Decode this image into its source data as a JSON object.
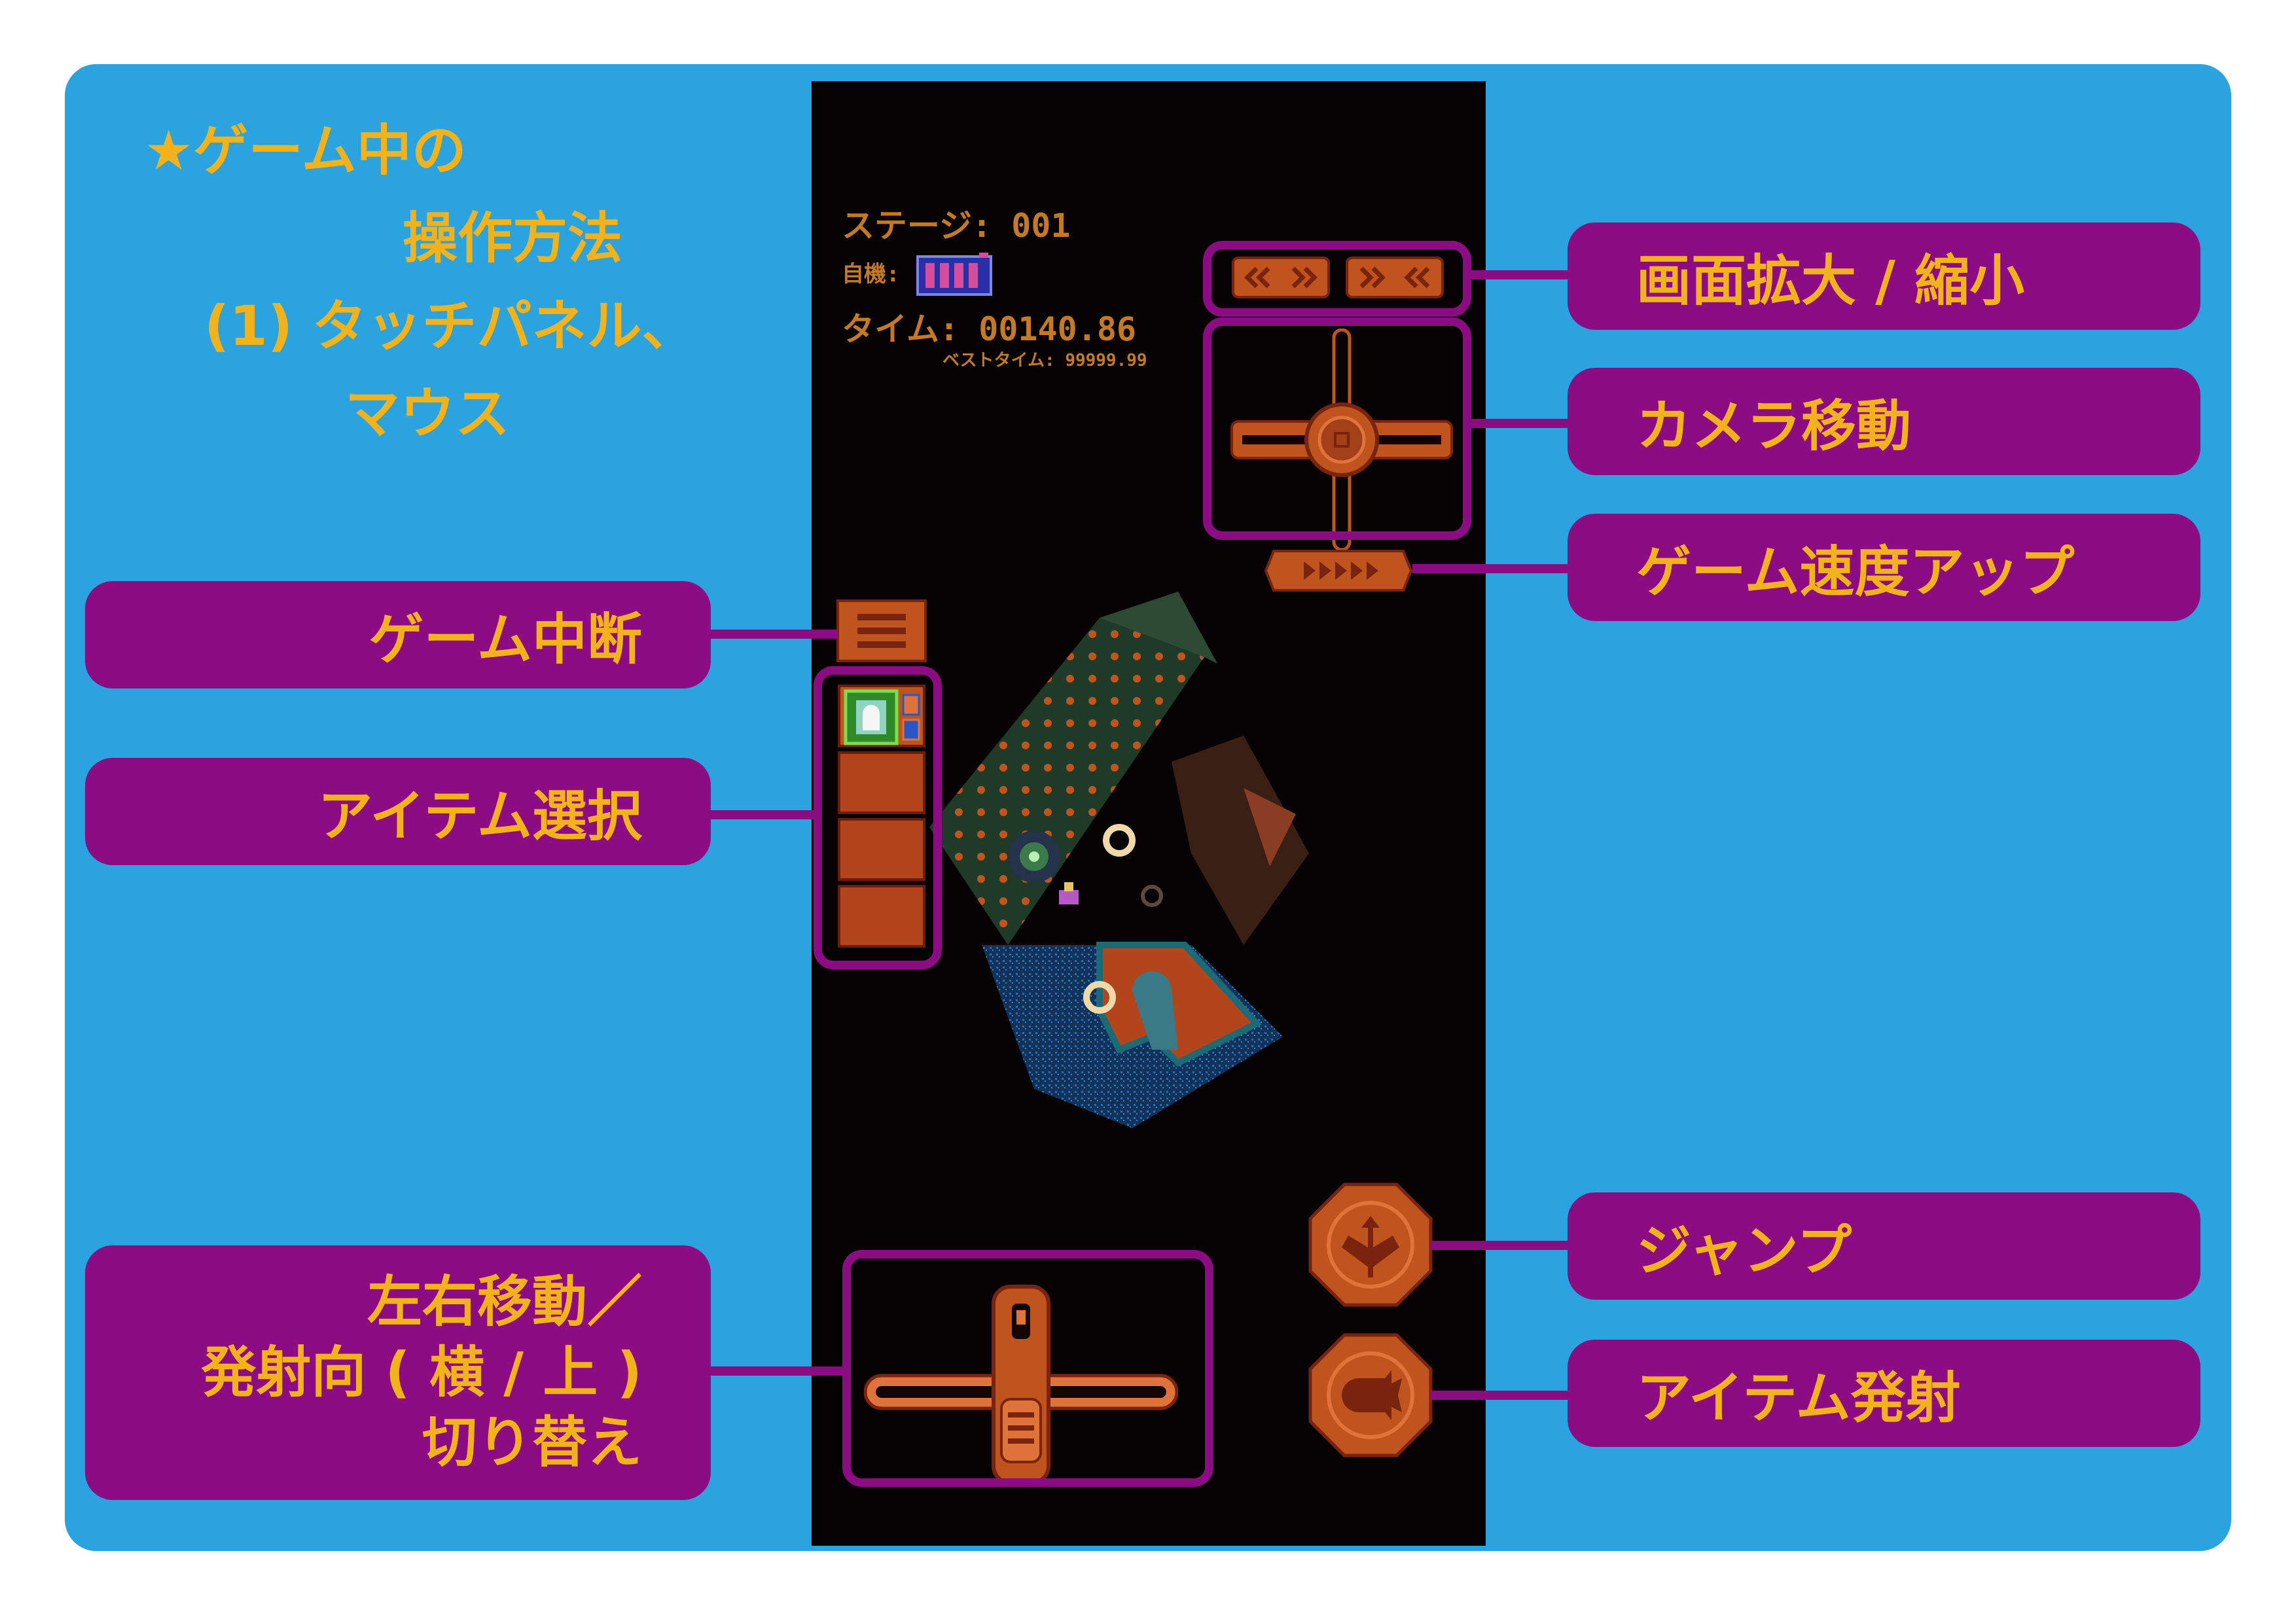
{
  "heading": {
    "line1": "★ゲーム中の",
    "line2": "操作方法",
    "line3": "(1) タッチパネル、",
    "line4": "マウス"
  },
  "hud": {
    "stage_label": "ステージ:",
    "stage_value": "001",
    "lives_label": "自機:",
    "time_label": "タイム:",
    "time_value": "00140.86",
    "best_label": "ベストタイム:",
    "best_value": "99999.99"
  },
  "labels": {
    "zoom": "画面拡大 / 縮小",
    "camera": "カメラ移動",
    "speed": "ゲーム速度アップ",
    "pause": "ゲーム中断",
    "item_select": "アイテム選択",
    "move_line1": "左右移動／",
    "move_line2": "発射向 ( 横 / 上 )",
    "move_line3": "切り替え",
    "jump": "ジャンプ",
    "fire": "アイテム発射"
  },
  "colors": {
    "card_bg": "#2aa3df",
    "label_bg": "#8c0c84",
    "label_text": "#f2b21c",
    "game_bg": "#070304",
    "hud_text": "#c47a22",
    "ui_orange": "#c0541f"
  },
  "icons": {
    "zoom_out": "double-chevron-in-icon",
    "zoom_in": "double-chevron-out-icon",
    "camera": "crosshair-dpad-icon",
    "speed": "fast-forward-icon",
    "pause": "menu-icon",
    "jump": "bird-icon",
    "fire": "projectile-icon",
    "item": "ghost-item-icon"
  }
}
